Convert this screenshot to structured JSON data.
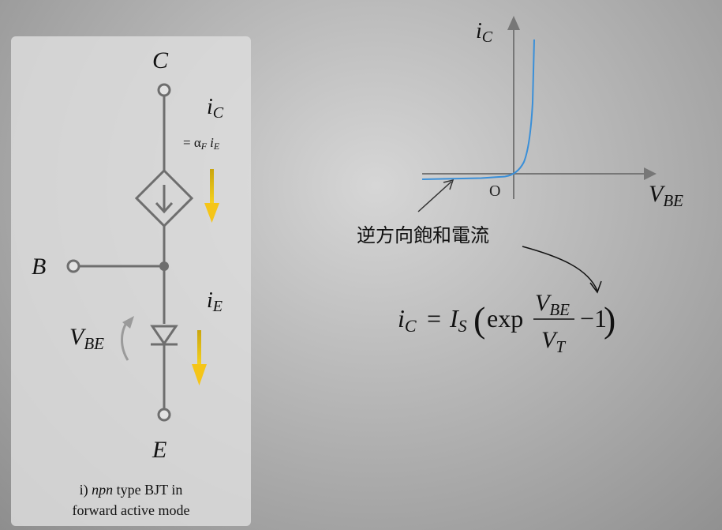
{
  "circuit": {
    "terminal_c": "C",
    "terminal_b": "B",
    "terminal_e": "E",
    "ic_label_i": "i",
    "ic_label_sub": "C",
    "ic_eq_prefix": "= α",
    "ic_eq_alpha_sub": "F",
    "ic_eq_i": "i",
    "ic_eq_i_sub": "E",
    "ie_label_i": "i",
    "ie_label_sub": "E",
    "vbe_label_v": "V",
    "vbe_label_sub": "BE",
    "caption_prefix": "i) ",
    "caption_italic": "npn",
    "caption_rest": " type BJT in",
    "caption_line2": "forward active mode"
  },
  "graph": {
    "y_axis_i": "i",
    "y_axis_sub": "C",
    "x_axis_v": "V",
    "x_axis_sub": "BE",
    "origin": "O",
    "reverse_current_label": "逆方向飽和電流",
    "curve_color": "#3a8fd8"
  },
  "equation": {
    "lhs_i": "i",
    "lhs_sub": "C",
    "eq": "=",
    "is_i": "I",
    "is_sub": "S",
    "exp": "exp",
    "num_v": "V",
    "num_sub": "BE",
    "den_v": "V",
    "den_sub": "T",
    "minus_one": "−1"
  },
  "colors": {
    "arrow_yellow": "#f5c518",
    "wire": "#6e6e6e"
  }
}
